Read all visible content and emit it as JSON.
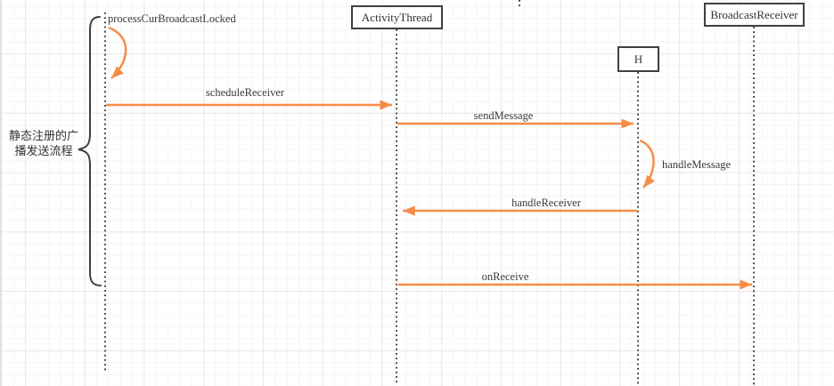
{
  "diagram": {
    "type": "sequence-diagram",
    "annotation": "静态注册的广播发送流程",
    "actors": [
      {
        "id": "activity-thread",
        "label": "ActivityThread"
      },
      {
        "id": "h",
        "label": "H"
      },
      {
        "id": "broadcast-receiver",
        "label": "BroadcastReceiver"
      }
    ],
    "messages": [
      {
        "label": "processCurBroadcastLocked",
        "type": "self",
        "on": "unnamed-lifeline"
      },
      {
        "label": "scheduleReceiver",
        "type": "message",
        "from": "unnamed-lifeline",
        "to": "ActivityThread"
      },
      {
        "label": "sendMessage",
        "type": "message",
        "from": "ActivityThread",
        "to": "H"
      },
      {
        "label": "handleMessage",
        "type": "self",
        "on": "H"
      },
      {
        "label": "handleReceiver",
        "type": "message",
        "from": "H",
        "to": "ActivityThread"
      },
      {
        "label": "onReceive",
        "type": "message",
        "from": "ActivityThread",
        "to": "BroadcastReceiver"
      }
    ],
    "colors": {
      "arrow": "#F78C48",
      "stroke": "#404040",
      "text": "#3b3b3b",
      "grid_minor": "#f5f5f5",
      "grid_major": "#e9e9e9"
    }
  }
}
